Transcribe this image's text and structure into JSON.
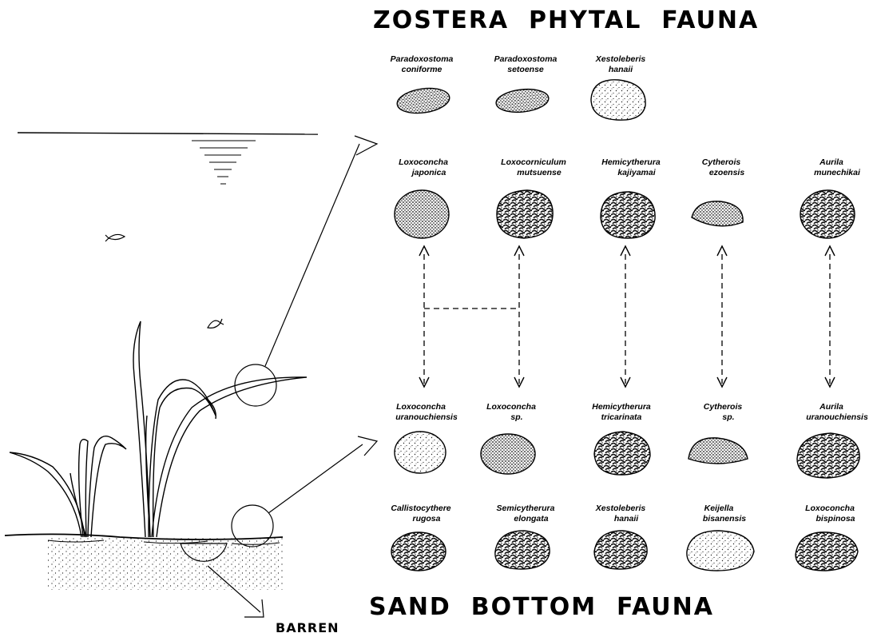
{
  "titles": {
    "top": "ZOSTERA  PHYTAL  FAUNA",
    "bottom": "SAND  BOTTOM  FAUNA",
    "barren": "BARREN"
  },
  "species": {
    "row1": [
      {
        "genus": "Paradoxostoma",
        "epithet": "coniforme"
      },
      {
        "genus": "Paradoxostoma",
        "epithet": "setoense"
      },
      {
        "genus": "Xestoleberis",
        "epithet": "hanaii"
      }
    ],
    "row2": [
      {
        "genus": "Loxoconcha",
        "epithet": "japonica"
      },
      {
        "genus": "Loxocorniculum",
        "epithet": "mutsuense"
      },
      {
        "genus": "Hemicytherura",
        "epithet": "kajiyamai"
      },
      {
        "genus": "Cytherois",
        "epithet": "ezoensis"
      },
      {
        "genus": "Aurila",
        "epithet": "munechikai"
      }
    ],
    "row3": [
      {
        "genus": "Loxoconcha",
        "epithet": "uranouchiensis"
      },
      {
        "genus": "Loxoconcha",
        "epithet": "sp."
      },
      {
        "genus": "Hemicytherura",
        "epithet": "tricarinata"
      },
      {
        "genus": "Cytherois",
        "epithet": "sp."
      },
      {
        "genus": "Aurila",
        "epithet": "uranouchiensis"
      }
    ],
    "row4": [
      {
        "genus": "Callistocythere",
        "epithet": "rugosa"
      },
      {
        "genus": "Semicytherura",
        "epithet": "elongata"
      },
      {
        "genus": "Xestoleberis",
        "epithet": "hanaii"
      },
      {
        "genus": "Keijella",
        "epithet": "bisanensis"
      },
      {
        "genus": "Loxoconcha",
        "epithet": "bispinosa"
      }
    ]
  }
}
